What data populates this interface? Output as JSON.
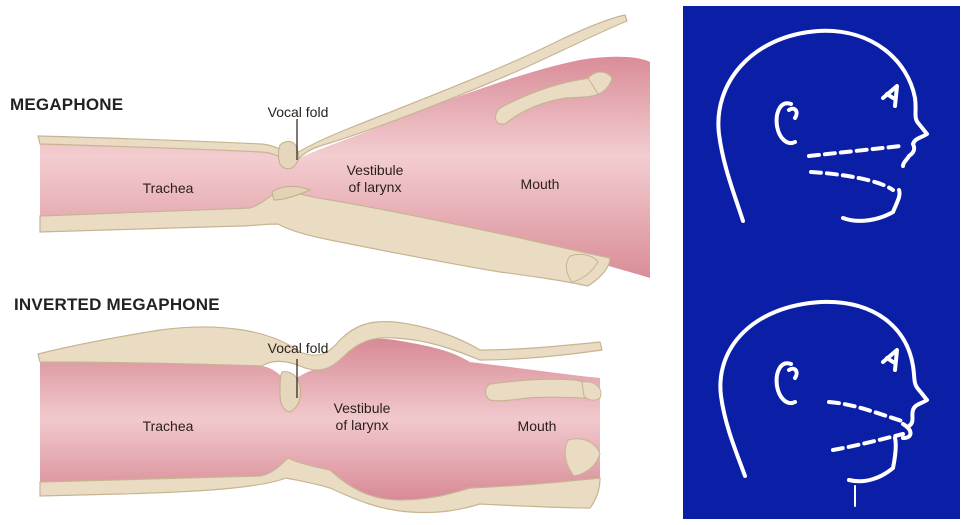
{
  "megaphone": {
    "title": "MEGAPHONE",
    "labels": {
      "vocal_fold": "Vocal fold",
      "trachea": "Trachea",
      "vestibule": "Vestibule\nof larynx",
      "mouth": "Mouth"
    }
  },
  "inverted": {
    "title": "INVERTED MEGAPHONE",
    "labels": {
      "vocal_fold": "Vocal fold",
      "trachea": "Trachea",
      "vestibule": "Vestibule\nof larynx",
      "mouth": "Mouth"
    }
  },
  "colors": {
    "tissue": "#e8d9c0",
    "tissue_edge": "#c9b596",
    "airway": "#e8aab0",
    "airway_light": "#f6d6d6",
    "panel_bg": "#0b1fa6",
    "line": "#ffffff"
  },
  "icons": {
    "head_top": "head-profile-open-mouth-icon",
    "head_bottom": "head-profile-dropped-jaw-icon"
  }
}
